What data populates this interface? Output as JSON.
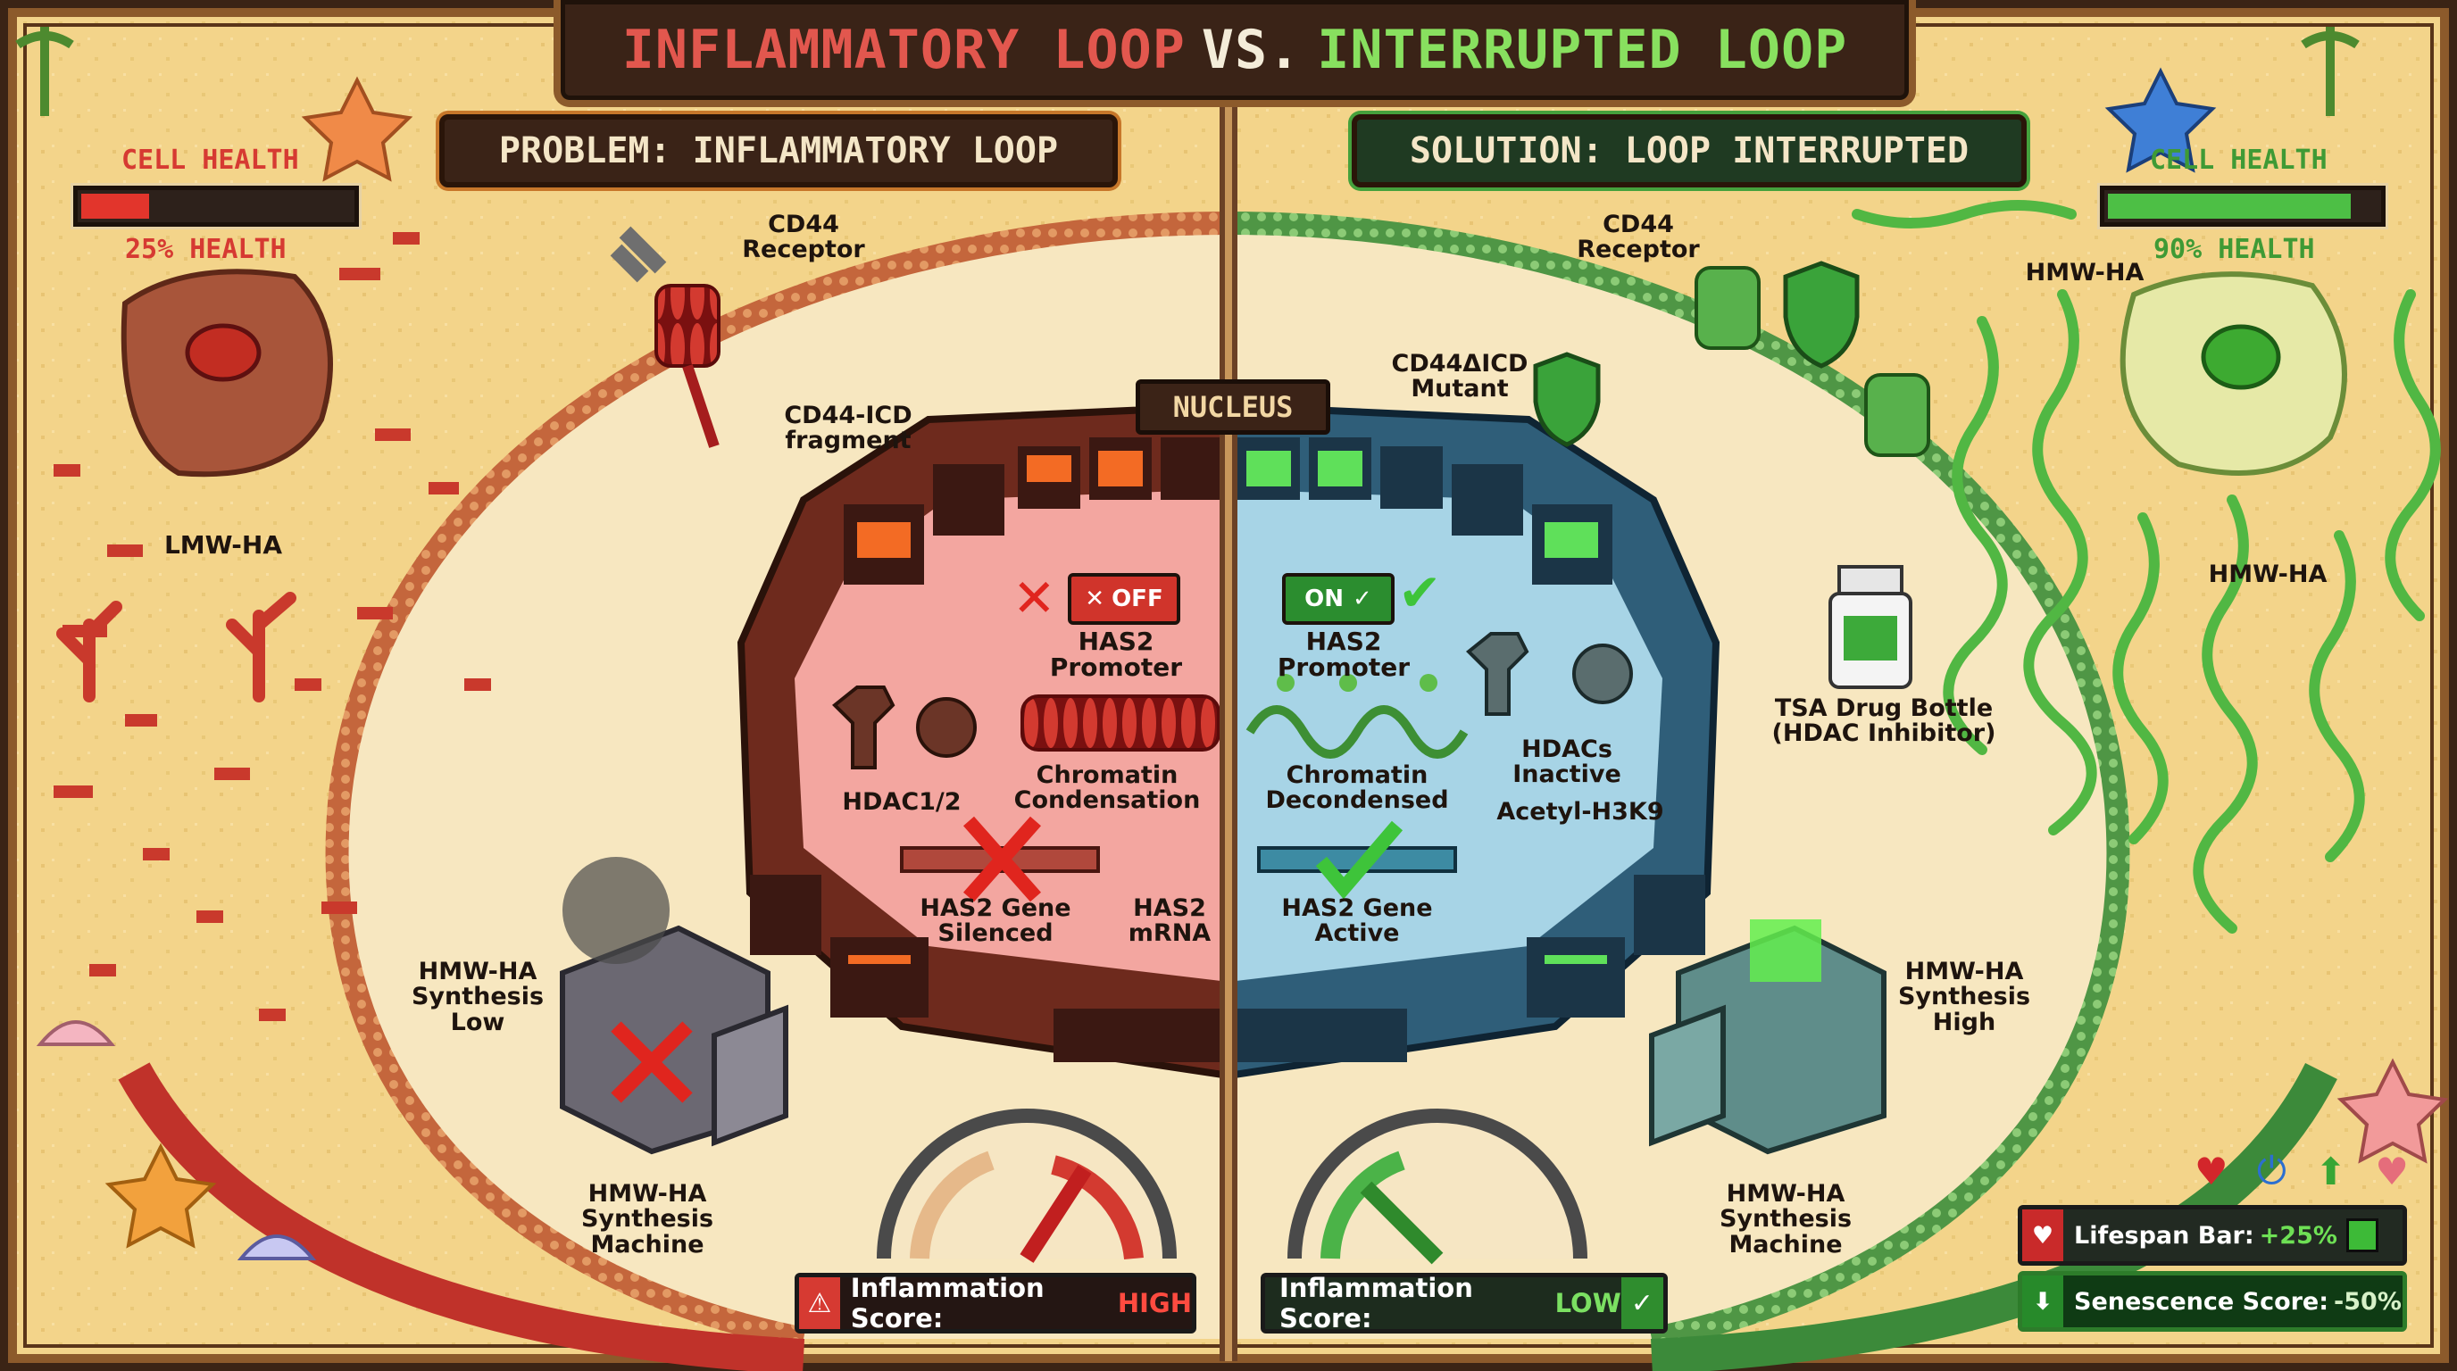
{
  "title": {
    "part1": "INFLAMMATORY LOOP",
    "vs": "VS.",
    "part2": "INTERRUPTED LOOP"
  },
  "colors": {
    "problem": "#d63a32",
    "solution": "#4fb64a",
    "frame": "#8c5a2b",
    "sand": "#f3d48a"
  },
  "problem_panel": {
    "header": "PROBLEM: INFLAMMATORY LOOP",
    "cell_health": {
      "title": "CELL HEALTH",
      "value_text": "25% HEALTH",
      "fraction": 0.25
    },
    "labels": {
      "cd44": "CD44\nReceptor",
      "icd": "CD44-ICD\nfragment",
      "lmw": "LMW-HA",
      "promoter": "HAS2 Promoter",
      "off": "OFF",
      "hdac": "HDAC1/2",
      "chromatin": "Chromatin\nCondensation",
      "gene": "HAS2 Gene\nSilenced",
      "mrna": "HAS2\nmRNA",
      "synth_low": "HMW-HA\nSynthesis\nLow",
      "machine": "HMW-HA Synthesis\nMachine"
    },
    "score": {
      "label": "Inflammation Score:",
      "value": "HIGH"
    }
  },
  "nucleus_label": "NUCLEUS",
  "solution_panel": {
    "header": "SOLUTION: LOOP INTERRUPTED",
    "cell_health": {
      "title": "CELL HEALTH",
      "value_text": "90% HEALTH",
      "fraction": 0.9
    },
    "labels": {
      "cd44": "CD44\nReceptor",
      "mutant": "CD44ΔICD\nMutant",
      "hmw_top": "HMW-HA",
      "hmw_right": "HMW-HA",
      "on": "ON",
      "promoter": "HAS2 Promoter",
      "hdacs": "HDACs\nInactive",
      "chromatin": "Chromatin\nDecondensed",
      "acetyl": "Acetyl-H3K9",
      "gene": "HAS2 Gene\nActive",
      "tsa": "TSA Drug Bottle\n(HDAC Inhibitor)",
      "synth_high": "HMW-HA\nSynthesis\nHigh",
      "machine": "HMW-HA Synthesis\nMachine"
    },
    "score": {
      "label": "Inflammation Score:",
      "value": "LOW"
    },
    "lifespan": {
      "label": "Lifespan Bar:",
      "value": "+25%"
    },
    "senescence": {
      "label": "Senescence Score:",
      "value": "-50%"
    }
  },
  "icons": [
    "heart-icon",
    "power-icon",
    "up-arrow-icon",
    "heart-icon"
  ]
}
